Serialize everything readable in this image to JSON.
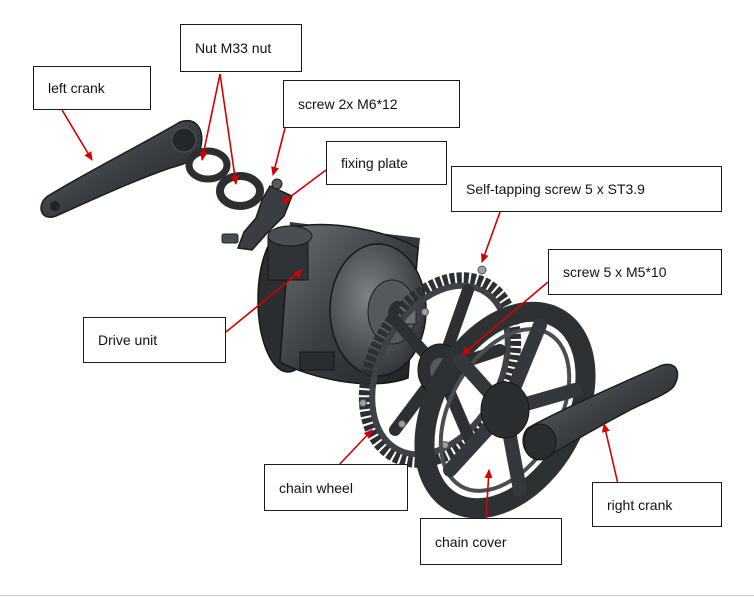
{
  "labels": {
    "left_crank": "left crank",
    "nut": "Nut M33 nut",
    "screw_m6": "screw 2x M6*12",
    "fixing_plate": "fixing plate",
    "self_tapping": "Self-tapping screw 5 x ST3.9",
    "screw_m5": "screw 5 x M5*10",
    "drive_unit": "Drive unit",
    "chain_wheel": "chain wheel",
    "right_crank": "right crank",
    "chain_cover": "chain cover"
  },
  "colors": {
    "arrow": "#d40000",
    "part_dark": "#2e3134",
    "part_mid": "#4a4e52",
    "part_light": "#70757a",
    "screw": "#9aa0a6"
  }
}
